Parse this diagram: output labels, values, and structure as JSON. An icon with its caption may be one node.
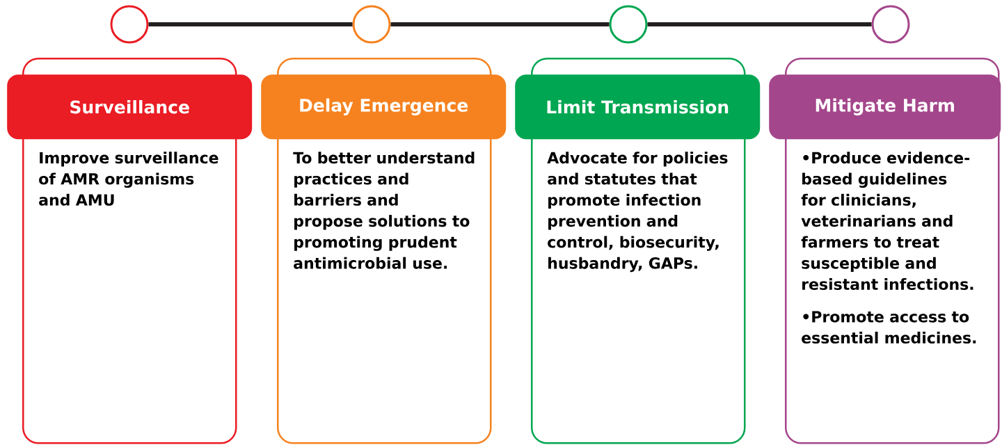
{
  "diagram": {
    "nodes": [
      {
        "text": [],
        "shape": "circle"
      },
      {
        "text": [],
        "shape": "circle"
      },
      {
        "text": [],
        "shape": "circle"
      },
      {
        "text": [],
        "shape": "circle"
      },
      {
        "text": [
          "Surveillance",
          "Improve surveillance of AMR organisms and AMU"
        ]
      },
      {
        "text": [
          "Delay Emergence",
          "To better understand practices and barriers and propose solutions to promoting prudent antimicrobial use."
        ]
      },
      {
        "text": [
          "Limit Transmission",
          "Advocate for policies and statutes that promote infection prevention and control, biosecurity, husbandry, GAPs."
        ]
      },
      {
        "text": [
          "Mitigate Harm",
          "•Produce evidence-based guidelines for clinicians, veterinarians and farmers to treat susceptible and resistant infections.",
          "•Promote access to essential medicines."
        ]
      }
    ],
    "edges": [
      {
        "from": 0,
        "to": 1,
        "arrow": "none"
      },
      {
        "from": 1,
        "to": 2,
        "arrow": "none"
      },
      {
        "from": 2,
        "to": 3,
        "arrow": "none"
      }
    ]
  }
}
